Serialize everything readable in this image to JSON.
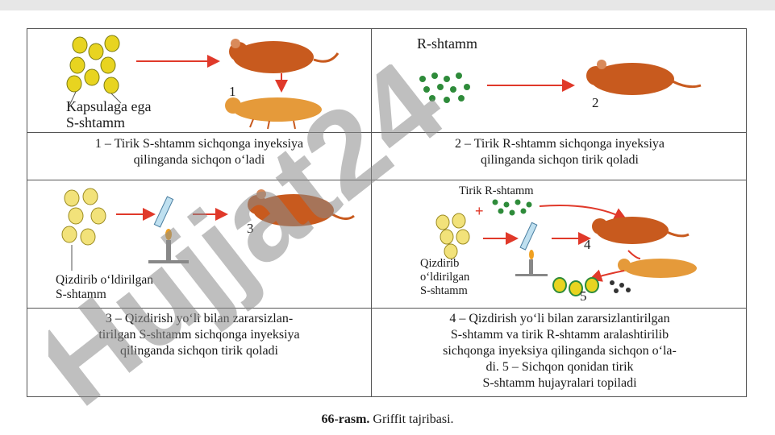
{
  "panel1": {
    "label": "Kapsulaga ega\nS-shtamm",
    "label_line1": "Kapsulaga ega",
    "label_line2": "S-shtamm",
    "num": "1",
    "caption_line1": "1 – Tirik S-shtamm sichqonga inyeksiya",
    "caption_line2": "qilinganda sichqon o‘ladi"
  },
  "panel2": {
    "label": "R-shtamm",
    "num": "2",
    "caption_line1": "2 – Tirik R-shtamm sichqonga inyeksiya",
    "caption_line2": "qilinganda sichqon tirik qoladi"
  },
  "panel3": {
    "label_line1": "Qizdirib o‘ldirilgan",
    "label_line2": "S-shtamm",
    "num": "3",
    "caption_line1": "3 – Qizdirish yo‘li bilan zararsizlan-",
    "caption_line2": "tirilgan S-shtamm sichqonga inyeksiya",
    "caption_line3": "qilinganda sichqon tirik qoladi"
  },
  "panel4": {
    "top_label": "Tirik R-shtamm",
    "label_line1": "Qizdirib",
    "label_line2": "o‘ldirilgan",
    "label_line3": "S-shtamm",
    "num4": "4",
    "num5": "5",
    "caption_line1": "4 – Qizdirish yo‘li bilan zararsizlantirilgan",
    "caption_line2": "S-shtamm va tirik R-shtamm aralashtirilib",
    "caption_line3": "sichqonga inyeksiya qilinganda sichqon o‘la-",
    "caption_line4": "di. 5 – Sichqon qonidan tirik",
    "caption_line5": "S-shtamm hujayralari topiladi"
  },
  "figure_caption": {
    "number": "66-rasm.",
    "title": "Griffit tajribasi."
  },
  "watermark": {
    "text": "Hujjat24"
  },
  "colors": {
    "arrow": "#e0392a",
    "mouse": "#c85a1e",
    "cell_yellow": "#e8d420",
    "cell_green": "#2e8b3a",
    "watermark_gray": "#8a8a8a",
    "watermark_violet": "#9b8fe0"
  }
}
